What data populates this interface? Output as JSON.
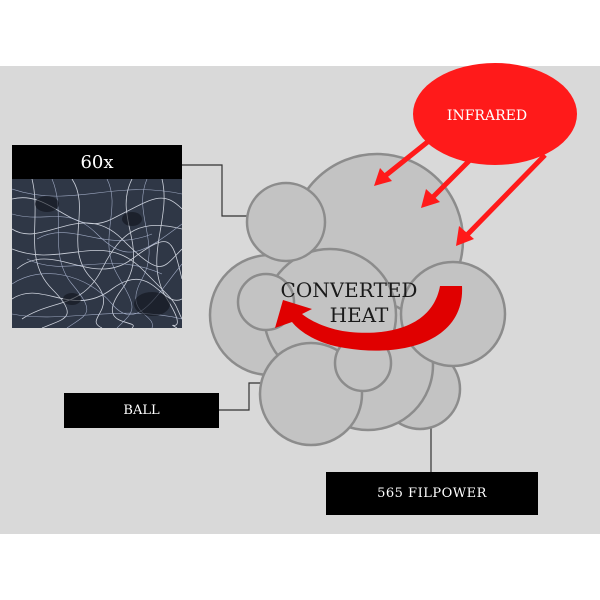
{
  "labels": {
    "magnification": "60x",
    "infrared": "INFRARED",
    "converted_line1": "CONVERTED",
    "converted_line2": "HEAT",
    "ball": "BALL",
    "fill_power": "565 FILPOWER"
  },
  "images": {
    "micrograph": "feather-fiber-micrograph"
  },
  "colors": {
    "background_panel": "#d9d9d9",
    "ball_fill": "#c3c3c3",
    "ball_stroke": "#8c8c8c",
    "infrared_red": "#ff1a1a",
    "label_box": "#000000",
    "label_text": "#ffffff"
  }
}
